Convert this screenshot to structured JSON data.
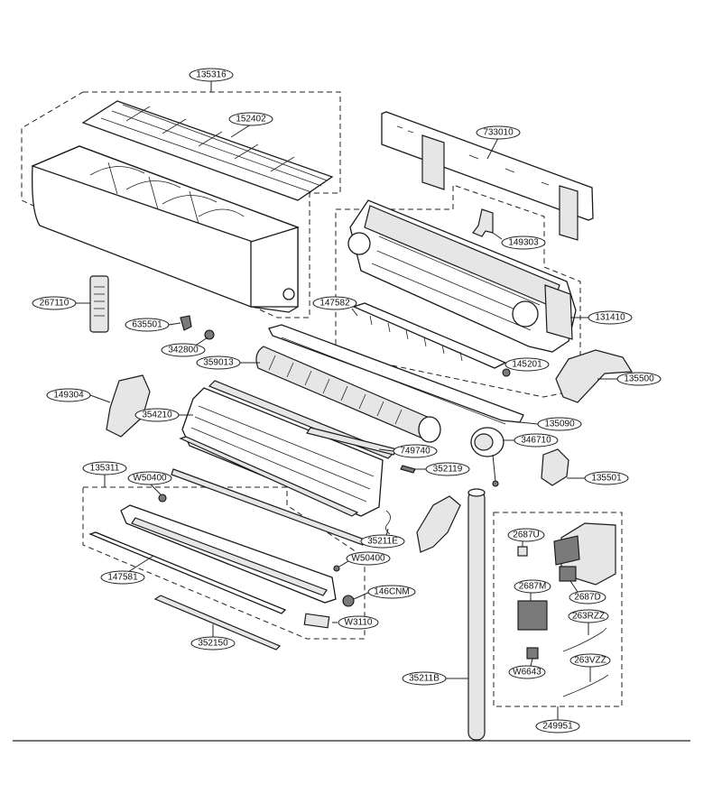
{
  "labels": {
    "l135316": "135316",
    "l152402": "152402",
    "l733010": "733010",
    "l149303": "149303",
    "l267110": "267110",
    "l147582": "147582",
    "l131410": "131410",
    "l635501": "635501",
    "l342800": "342800",
    "l359013": "359013",
    "l145201": "145201",
    "l135500": "135500",
    "l149304": "149304",
    "l354210": "354210",
    "l135090": "135090",
    "l749740": "749740",
    "l346710": "346710",
    "l135311": "135311",
    "lW50400a": "W50400",
    "l352119": "352119",
    "l135501": "135501",
    "l35211E": "35211E",
    "lW50400b": "W50400",
    "l147581": "147581",
    "l146CNM": "146CNM",
    "lW3110": "W3110",
    "l352150": "352150",
    "l35211B": "35211B",
    "l2687U": "2687U",
    "l2687M": "2687M",
    "l2687D": "2687D",
    "l263RZZ": "263RZZ",
    "lW6643": "W6643",
    "l263VZZ": "263VZZ",
    "l249951": "249951"
  }
}
